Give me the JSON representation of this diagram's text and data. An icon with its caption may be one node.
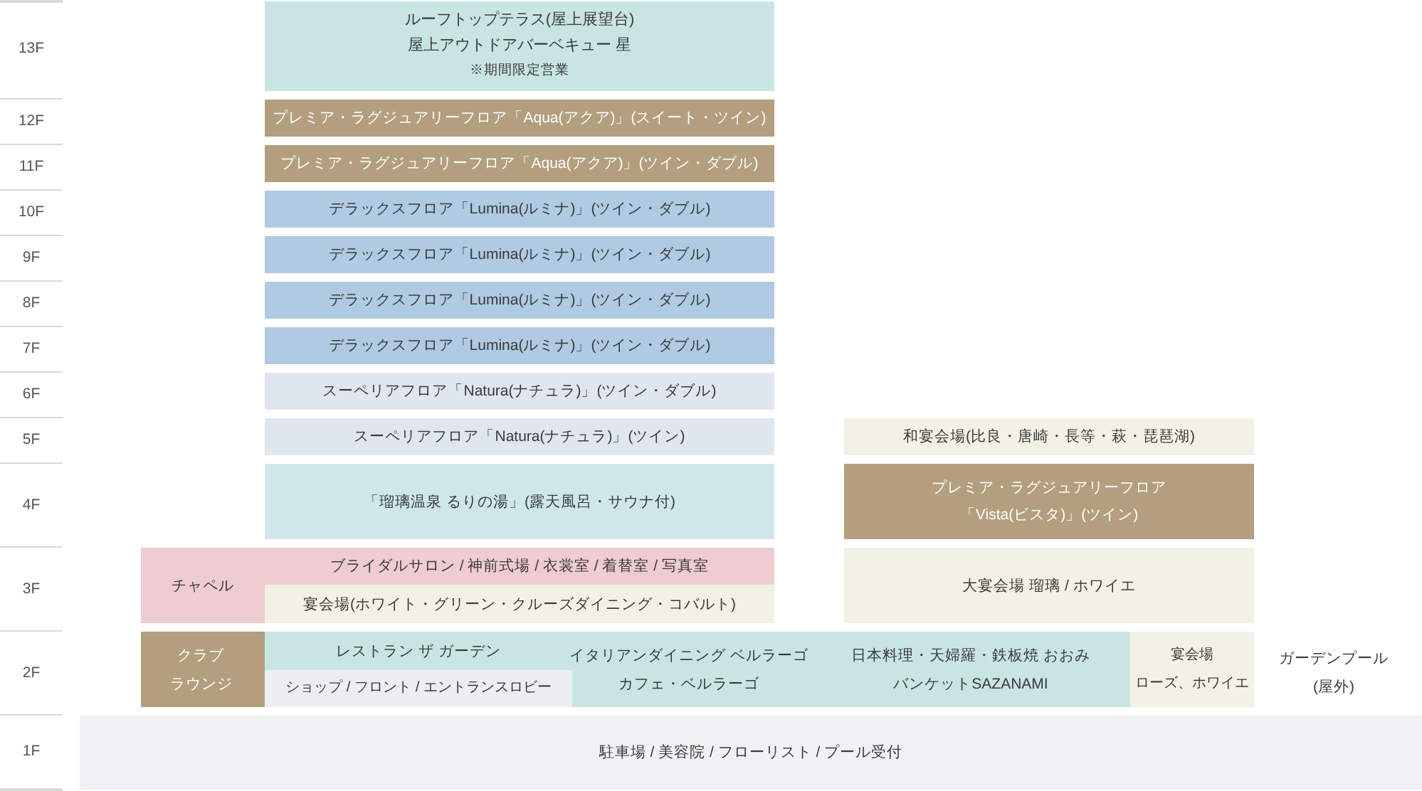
{
  "diagram": {
    "nodes": [
      {
        "text": [
          "ルーフトップテラス(屋上展望台)",
          "屋上アウトドアバーベキュー 星",
          "※期間限定営業"
        ]
      },
      {
        "text": [
          "プレミア・ラグジュアリーフロア「Aqua(アクア)」(スイート・ツイン)"
        ]
      },
      {
        "text": [
          "プレミア・ラグジュアリーフロア「Aqua(アクア)」(ツイン・ダブル)"
        ]
      },
      {
        "text": [
          "デラックスフロア「Lumina(ルミナ)」(ツイン・ダブル)"
        ]
      },
      {
        "text": [
          "デラックスフロア「Lumina(ルミナ)」(ツイン・ダブル)"
        ]
      },
      {
        "text": [
          "デラックスフロア「Lumina(ルミナ)」(ツイン・ダブル)"
        ]
      },
      {
        "text": [
          "デラックスフロア「Lumina(ルミナ)」(ツイン・ダブル)"
        ]
      },
      {
        "text": [
          "スーペリアフロア「Natura(ナチュラ)」(ツイン・ダブル)"
        ]
      },
      {
        "text": [
          "スーペリアフロア「Natura(ナチュラ)」(ツイン)"
        ]
      },
      {
        "text": [
          "和宴会場(比良・唐崎・長等・萩・琵琶湖)"
        ]
      },
      {
        "text": [
          "「瑠璃温泉 るりの湯」(露天風呂・サウナ付)"
        ]
      },
      {
        "text": [
          "プレミア・ラグジュアリーフロア「Vista(ビスタ)」(ツイン)"
        ]
      },
      {
        "text": [
          "チャペル",
          "ブライダルサロン / 神前式場 / 衣裳室 / 着替室 / 写真室"
        ]
      },
      {
        "text": [
          "宴会場(ホワイト・グリーン・クルーズダイニング・コバルト)"
        ],
        "in": 12
      },
      {
        "text": [
          "大宴会場 瑠璃 / ホワイエ"
        ]
      },
      {
        "text": [
          "クラブラウンジ"
        ]
      },
      {
        "text": [
          "レストラン ザ ガーデン",
          "イタリアンダイニング ベルラーゴ",
          "カフェ・ベルラーゴ",
          "日本料理・天婦羅・鉄板焼 おおみ",
          "バンケットSAZANAMI"
        ]
      },
      {
        "text": [
          "ショップ / フロント / エントランスロビー"
        ],
        "in": 16
      },
      {
        "text": [
          "宴会場",
          "ローズ、ホワイエ"
        ]
      },
      {
        "text": [
          "駐車場 / 美容院 / フローリスト / プール受付"
        ]
      }
    ],
    "labels": [
      "13F",
      "12F",
      "11F",
      "10F",
      "9F",
      "8F",
      "7F",
      "6F",
      "5F",
      "4F",
      "3F",
      "2F",
      "ガーデンプール(屋外)",
      "1F"
    ]
  }
}
